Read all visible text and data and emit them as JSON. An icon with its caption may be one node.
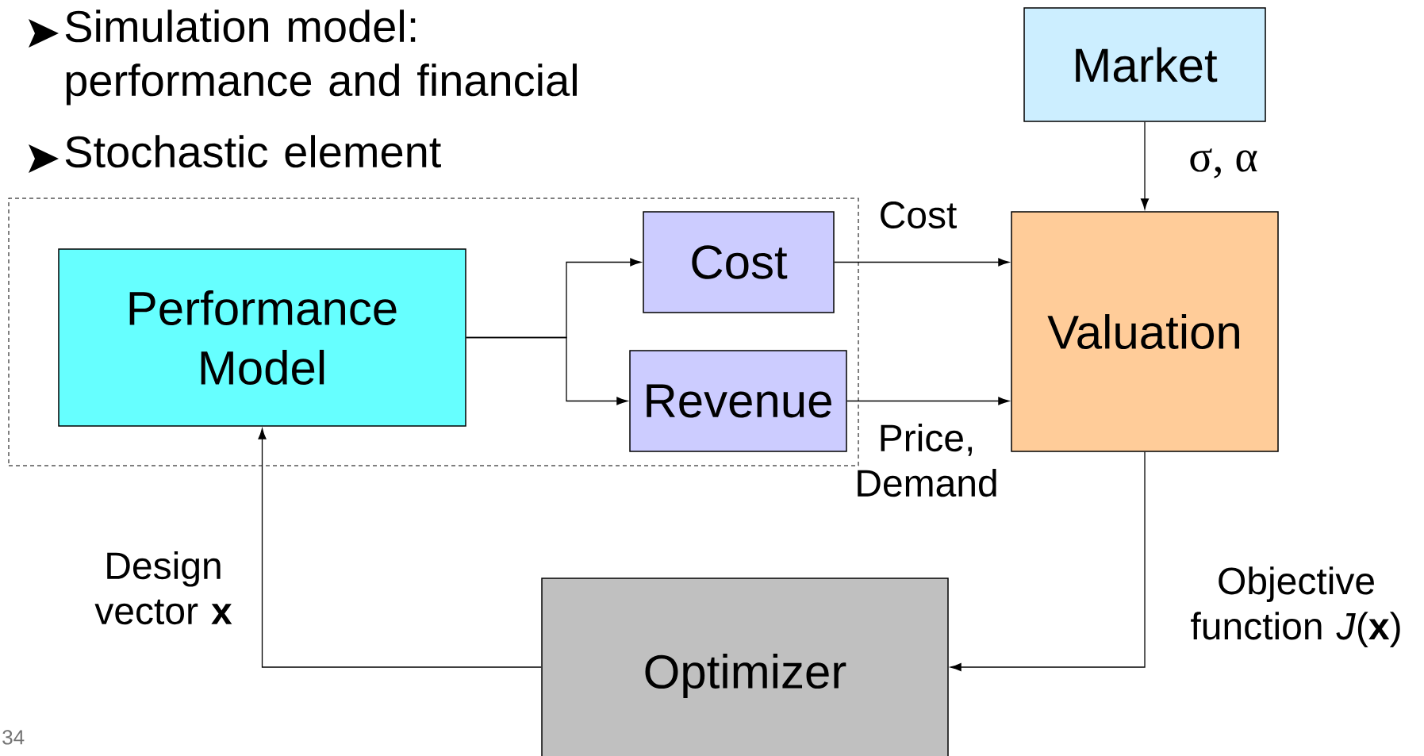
{
  "diagram": {
    "nodes": [
      {
        "text": [],
        "shape": "box"
      },
      {
        "text": [
          "Performance Model"
        ],
        "in": 0
      },
      {
        "text": [
          "Cost"
        ],
        "in": 0
      },
      {
        "text": [
          "Revenue"
        ],
        "in": 0
      },
      {
        "text": [
          "Market"
        ]
      },
      {
        "text": [
          "Valuation"
        ]
      },
      {
        "text": [
          "Optimizer"
        ]
      }
    ],
    "edges": [
      {
        "from": 4,
        "to": 5,
        "arrow": "to",
        "label": "σ, α"
      },
      {
        "from": 1,
        "to": 2,
        "arrow": "to"
      },
      {
        "from": 1,
        "to": 3,
        "arrow": "to"
      },
      {
        "from": 2,
        "to": 5,
        "arrow": "to",
        "label": "Cost"
      },
      {
        "from": 3,
        "to": 5,
        "arrow": "to",
        "label": "Price, Demand"
      },
      {
        "from": 5,
        "to": 6,
        "arrow": "to",
        "label": "Objective function *J*(**x**)"
      },
      {
        "from": 6,
        "to": 1,
        "arrow": "to",
        "label": "Design vector **x**"
      }
    ],
    "labels": [
      "Simulation model: performance and financial",
      "Stochastic element",
      "34"
    ]
  }
}
